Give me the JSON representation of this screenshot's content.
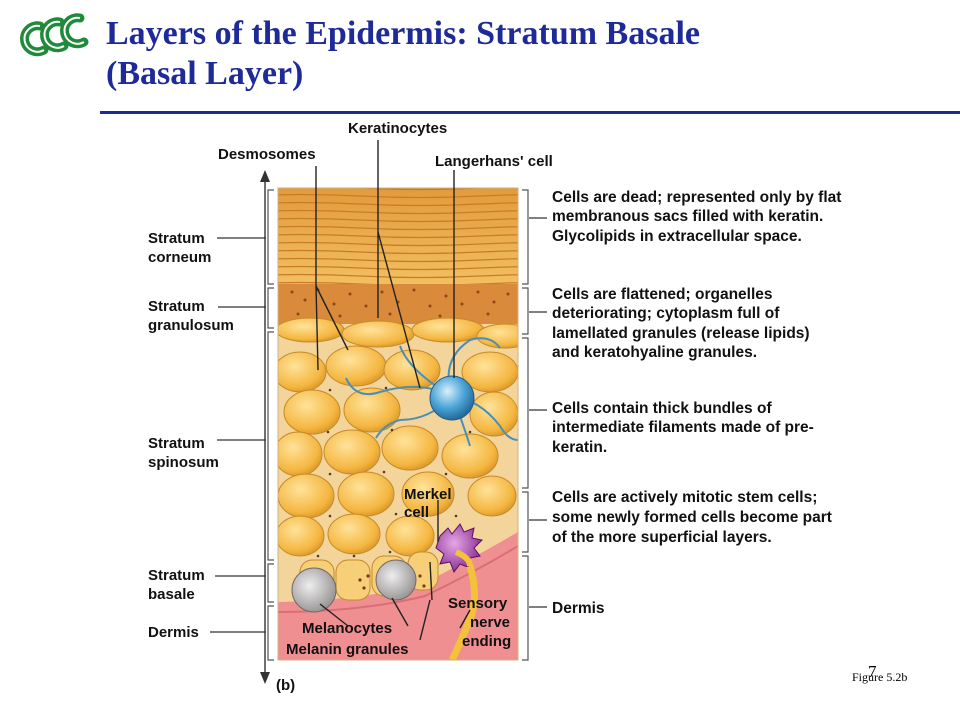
{
  "slide": {
    "title_line1": "Layers of the Epidermis: Stratum Basale",
    "title_line2": "(Basal Layer)",
    "page_number": "7",
    "figure_ref": "Figure 5.2b",
    "colors": {
      "title": "#1f2a99",
      "logo": "#1f8a3a"
    }
  },
  "diagram": {
    "panel_label": "(b)",
    "top_labels": {
      "keratinocytes": "Keratinocytes",
      "desmosomes": "Desmosomes",
      "langerhans": "Langerhans' cell"
    },
    "layer_labels": {
      "corneum_1": "Stratum",
      "corneum_2": "corneum",
      "granulosum_1": "Stratum",
      "granulosum_2": "granulosum",
      "spinosum_1": "Stratum",
      "spinosum_2": "spinosum",
      "basale_1": "Stratum",
      "basale_2": "basale",
      "dermis": "Dermis"
    },
    "inner_labels": {
      "merkel_1": "Merkel",
      "merkel_2": "cell",
      "sensory_1": "Sensory",
      "sensory_2": "nerve",
      "sensory_3": "ending",
      "melanocytes": "Melanocytes",
      "melanin": "Melanin granules"
    },
    "descriptions": {
      "corneum": [
        "Cells are dead; represented only by flat",
        "membranous sacs filled with keratin.",
        "Glycolipids in extracellular space."
      ],
      "granulosum": [
        "Cells are flattened; organelles",
        "deteriorating; cytoplasm full of",
        "lamellated granules (release lipids)",
        "and keratohyaline granules."
      ],
      "spinosum": [
        "Cells contain thick bundles of",
        "intermediate filaments made of pre-",
        "keratin."
      ],
      "basale": [
        "Cells are actively mitotic stem cells;",
        "some newly formed cells become part",
        "of the more superficial layers."
      ],
      "dermis": [
        "Dermis"
      ]
    }
  }
}
